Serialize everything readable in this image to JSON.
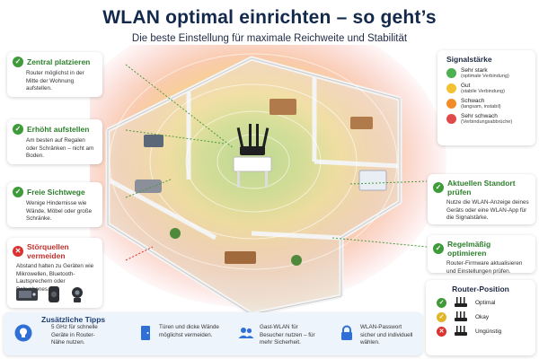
{
  "header": {
    "title": "WLAN optimal einrichten – so geht’s",
    "subtitle": "Die beste Einstellung für maximale Reichweite und Stabilität"
  },
  "colors": {
    "accent_green": "#3f9a3a",
    "accent_red": "#d9322f",
    "title_navy": "#13294b",
    "strong": "#4caf50",
    "good": "#f2c230",
    "weak": "#f28c28",
    "very_weak": "#e04a4a"
  },
  "tips_left": [
    {
      "icon": "check-icon",
      "title": "Zentral platzieren",
      "body": "Router möglichst in der Mitte der Wohnung aufstellen."
    },
    {
      "icon": "check-icon",
      "title": "Erhöht aufstellen",
      "body": "Am besten auf Regalen oder Schränken – nicht am Boden."
    },
    {
      "icon": "check-icon",
      "title": "Freie Sichtwege",
      "body": "Wenige Hindernisse wie Wände, Möbel oder große Schränke."
    },
    {
      "icon": "cross-icon",
      "title": "Störquellen vermeiden",
      "body": "Abstand halten zu Geräten wie Mikrowellen, Bluetooth-Lautsprechern oder Babyphones."
    }
  ],
  "tips_right": [
    {
      "icon": "check-icon",
      "title": "Aktuellen Standort prüfen",
      "body": "Nutze die WLAN-Anzeige deines Geräts oder eine WLAN-App für die Signalstärke."
    },
    {
      "icon": "check-icon",
      "title": "Regelmäßig optimieren",
      "body": "Router-Firmware aktualisieren und Einstellungen prüfen."
    }
  ],
  "legend": {
    "title": "Signalstärke",
    "items": [
      {
        "label": "Sehr stark",
        "detail": "(optimale Verbindung)",
        "color": "#4caf50"
      },
      {
        "label": "Gut",
        "detail": "(stabile Verbindung)",
        "color": "#f2c230"
      },
      {
        "label": "Schwach",
        "detail": "(langsam, instabil)",
        "color": "#f28c28"
      },
      {
        "label": "Sehr schwach",
        "detail": "(Verbindungsabbrüche)",
        "color": "#e04a4a"
      }
    ]
  },
  "router_position": {
    "title": "Router-Position",
    "items": [
      {
        "label": "Optimal",
        "icon": "check-icon",
        "color": "#3f9a3a"
      },
      {
        "label": "Okay",
        "icon": "check-icon",
        "color": "#e0b526"
      },
      {
        "label": "Ungünstig",
        "icon": "cross-icon",
        "color": "#d9322f"
      }
    ]
  },
  "extra_tips": {
    "title": "Zusätzliche Tipps",
    "items": [
      {
        "icon": "lightbulb-icon",
        "text": "5 GHz für schnelle Geräte in Router-Nähe nutzen."
      },
      {
        "icon": "door-icon",
        "text": "Türen und dicke Wände möglichst vermeiden."
      },
      {
        "icon": "users-icon",
        "text": "Gast-WLAN für Besucher nutzen – für mehr Sicherheit."
      },
      {
        "icon": "lock-icon",
        "text": "WLAN-Passwort sicher und individuell wählen."
      }
    ]
  }
}
